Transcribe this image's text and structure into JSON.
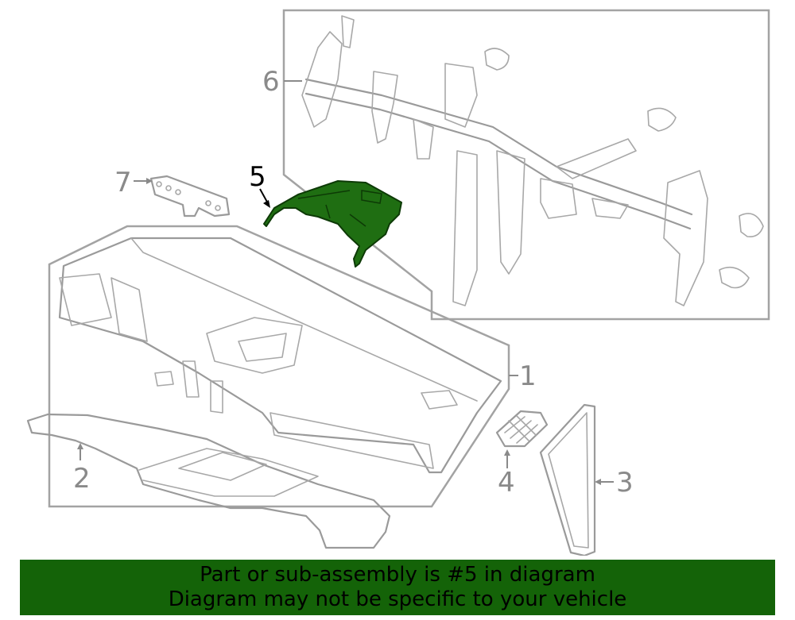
{
  "colors": {
    "highlight": "#1f6e12",
    "banner_bg": "#146308",
    "line_gray": "#9a9a9a"
  },
  "callouts": {
    "c1": "1",
    "c2": "2",
    "c3": "3",
    "c4": "4",
    "c5": "5",
    "c6": "6",
    "c7": "7"
  },
  "banner": {
    "line1": "Part or sub-assembly is #5 in diagram",
    "line2": "Diagram may not be specific to your vehicle"
  }
}
